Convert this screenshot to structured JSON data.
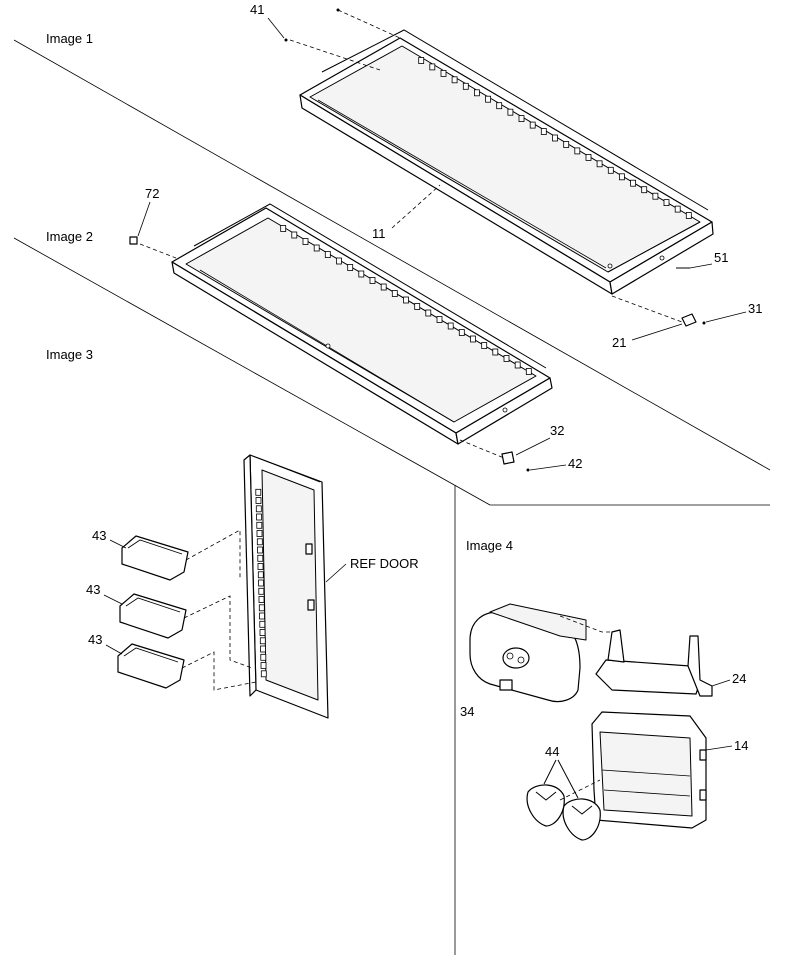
{
  "sections": [
    {
      "id": "image-1",
      "label": "Image 1"
    },
    {
      "id": "image-2",
      "label": "Image 2"
    },
    {
      "id": "image-3",
      "label": "Image 3"
    },
    {
      "id": "image-4",
      "label": "Image 4"
    }
  ],
  "callouts": {
    "c41": "41",
    "c11": "11",
    "c51": "51",
    "c31": "31",
    "c21": "21",
    "c72": "72",
    "c32": "32",
    "c42": "42",
    "c43a": "43",
    "c43b": "43",
    "c43c": "43",
    "ref_door": "REF DOOR",
    "c24": "24",
    "c34": "34",
    "c44": "44",
    "c14": "14"
  }
}
